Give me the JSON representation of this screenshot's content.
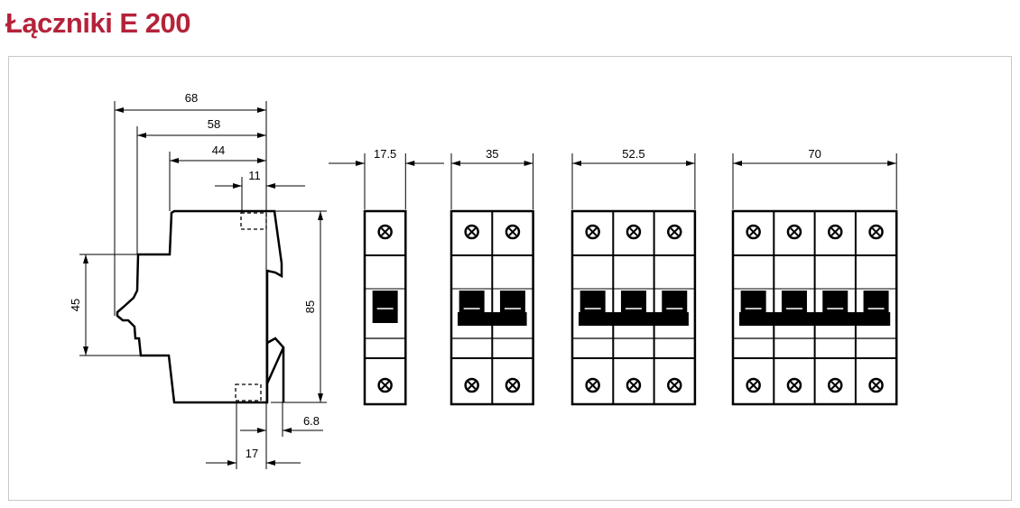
{
  "title": "Łączniki E 200",
  "side_view": {
    "d68": "68",
    "d58": "58",
    "d44": "44",
    "d11": "11",
    "d85": "85",
    "d45": "45",
    "d68b": "6.8",
    "d17": "17"
  },
  "front_views": [
    {
      "poles": 1,
      "width_label": "17.5"
    },
    {
      "poles": 2,
      "width_label": "35"
    },
    {
      "poles": 3,
      "width_label": "52.5"
    },
    {
      "poles": 4,
      "width_label": "70"
    }
  ]
}
